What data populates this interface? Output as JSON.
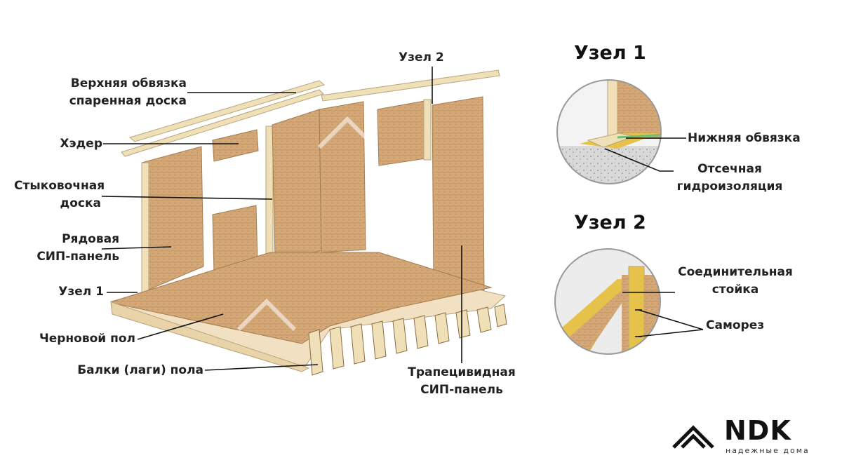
{
  "labels": {
    "top_plate": [
      "Верхняя обвязка",
      "спаренная доска"
    ],
    "header": "Хэдер",
    "docking_board": [
      "Стыковочная",
      "доска"
    ],
    "regular_sip": [
      "Рядовая",
      "СИП-панель"
    ],
    "node1_left": "Узел 1",
    "subfloor": "Черновой пол",
    "floor_joists": "Балки (лаги) пола",
    "trapezoid_sip": [
      "Трапецивидная",
      "СИП-панель"
    ],
    "node2_top": "Узел 2",
    "bottom_plate": "Нижняя обвязка",
    "waterproofing": [
      "Отсечная",
      "гидроизоляция"
    ],
    "connecting_post": [
      "Соединительная",
      "стойка"
    ],
    "screw": "Саморез"
  },
  "headings": {
    "node1": "Узел 1",
    "node2": "Узел 2"
  },
  "logo": {
    "text": "NDK",
    "subtitle": "надежные дома"
  },
  "colors": {
    "osb": "#d5a878",
    "osb_dark": "#b98a5c",
    "insulation": "#e6c24a",
    "timber": "#efe0b8",
    "line": "#111111"
  }
}
